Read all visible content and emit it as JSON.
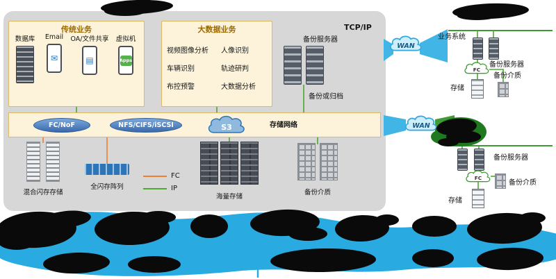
{
  "colors": {
    "fc_line": "#ed7d31",
    "ip_line": "#4ea72e",
    "ribbon": "#29abe2",
    "panel_bg": "#d7d7d7",
    "zone_bg": "#fcf3da",
    "protocol_blue": "#3b69ab",
    "redaction": "#0a0a0a"
  },
  "panel": {
    "tcpip": "TCP/IP",
    "traditional": {
      "title": "传统业务",
      "items": [
        "数据库",
        "Email",
        "OA/文件共享",
        "虚拟机"
      ],
      "apps_badge": "Apps",
      "email_icon_char": "✉",
      "doc_icon_char": "▤"
    },
    "bigdata": {
      "title": "大数据业务",
      "items": [
        "视频图像分析",
        "人像识别",
        "车辆识别",
        "轨迹研判",
        "布控预警",
        "大数据分析"
      ]
    },
    "backup_server_label": "备份服务器",
    "backup_or_archive_label": "备份或归档",
    "storage_network": {
      "label": "存储网络",
      "protocols": [
        "FC/NoF",
        "NFS/CIFS/iSCSI",
        "S3"
      ]
    },
    "devices": {
      "hybrid_flash": "混合闪存存储",
      "all_flash": "全闪存阵列",
      "mass_storage": "海量存储",
      "backup_media": "备份介质"
    },
    "legend": {
      "fc": "FC",
      "ip": "IP"
    }
  },
  "site_top": {
    "wan": "WAN",
    "business_system": "业务系统",
    "backup_server": "备份服务器",
    "fc": "FC",
    "backup_media": "备份介质",
    "storage": "存储"
  },
  "site_bottom": {
    "wan": "WAN",
    "backup_server": "备份服务器",
    "fc": "FC",
    "backup_media": "备份介质",
    "storage": "存储"
  }
}
